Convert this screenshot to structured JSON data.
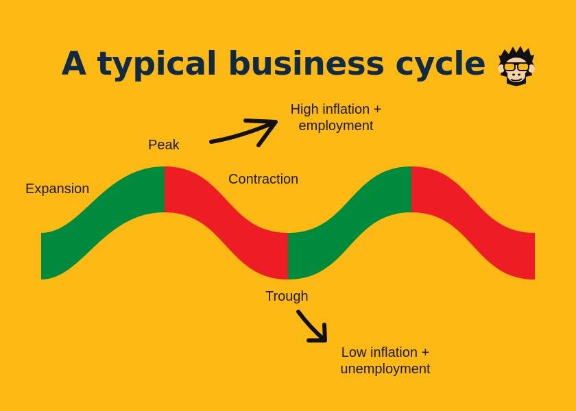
{
  "title": "A typical business cycle",
  "colors": {
    "background": "#FDB913",
    "title": "#0E2A47",
    "expansion": "#008A3D",
    "contraction": "#EE1C25",
    "arrow": "#111111"
  },
  "labels": {
    "expansion": "Expansion",
    "peak": "Peak",
    "contraction": "Contraction",
    "trough": "Trough"
  },
  "notes": {
    "peak_line1": "High inflation +",
    "peak_line2": "employment",
    "trough_line1": "Low inflation +",
    "trough_line2": "unemployment"
  },
  "icons": [
    "monkey-sunglasses-logo-icon",
    "arrow-up-right-icon",
    "arrow-down-right-icon"
  ]
}
